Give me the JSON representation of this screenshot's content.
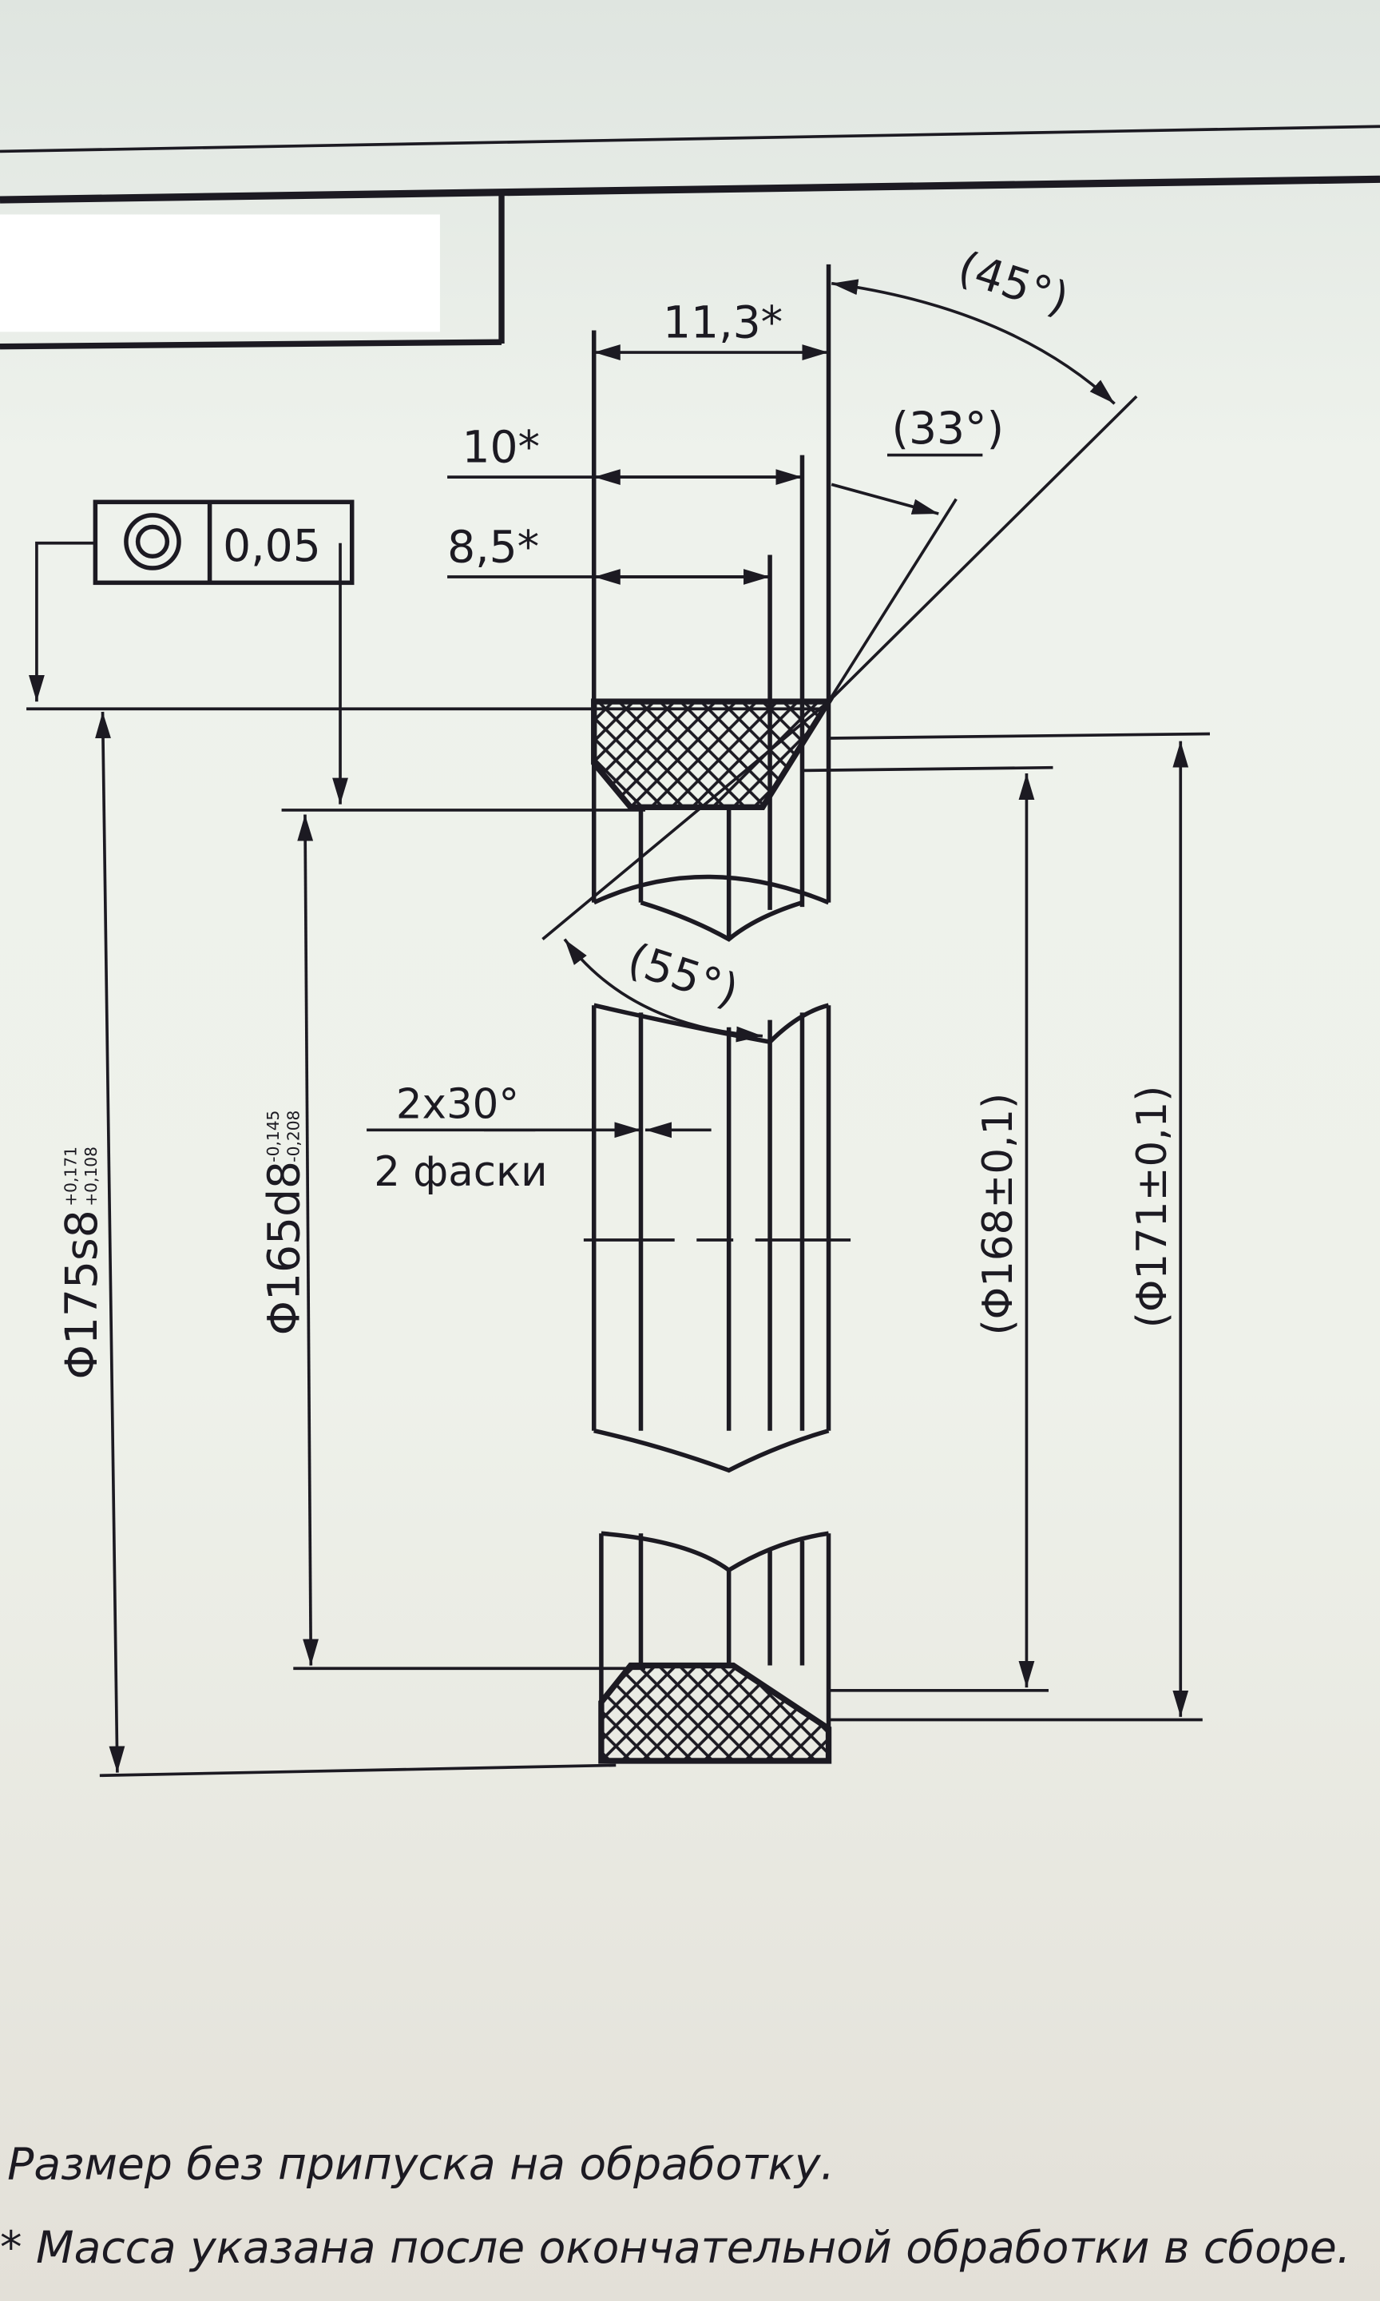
{
  "drawing": {
    "concentricity_tolerance": "0,05",
    "dim_width_total": "11,3*",
    "dim_width_10": "10*",
    "dim_width_85": "8,5*",
    "angle_45": "(45°)",
    "angle_33": "(33°)",
    "angle_55": "(55°)",
    "chamfer_label_top": "2x30°",
    "chamfer_label_bottom": "2 фаски",
    "dia_175": "Φ175s8",
    "dia_175_upper": "+0,171",
    "dia_175_lower": "+0,108",
    "dia_165": "Φ165d8",
    "dia_165_upper": "-0,145",
    "dia_165_lower": "-0,208",
    "dia_168": "(Φ168±0,1)",
    "dia_171": "(Φ171±0,1)"
  },
  "notes": [
    "Размер без припуска на обработку.",
    "* Масса указана после окончательной обработки в сборе."
  ]
}
